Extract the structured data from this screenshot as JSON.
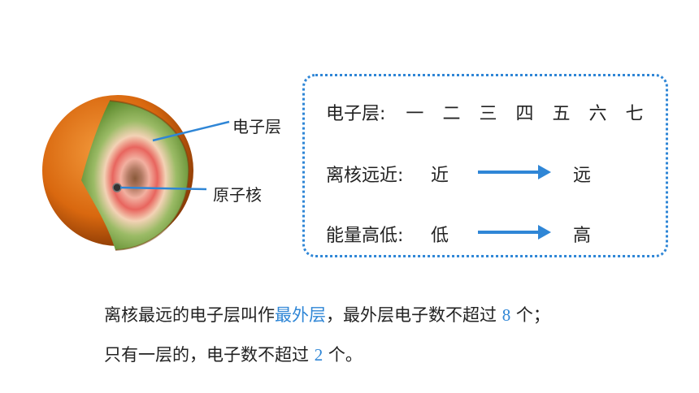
{
  "diagram": {
    "labels": {
      "shell": "电子层",
      "nucleus": "原子核"
    }
  },
  "table": {
    "row1": {
      "label": "电子层:",
      "shells": [
        "一",
        "二",
        "三",
        "四",
        "五",
        "六",
        "七"
      ]
    },
    "row2": {
      "label": "离核远近:",
      "from": "近",
      "to": "远"
    },
    "row3": {
      "label": "能量高低:",
      "from": "低",
      "to": "高"
    }
  },
  "text": {
    "line1_a": "离核最远的电子层叫作",
    "line1_hl": "最外层",
    "line1_b": "，最外层电子数不超过",
    "line1_num": "8",
    "line1_c": "个；",
    "line2_a": "只有一层的，电子数不超过",
    "line2_num": "2",
    "line2_c": "个。"
  },
  "colors": {
    "accent": "#2f86d6",
    "outer_shell": "#e07a1f",
    "inner_green": "#6e9a3c",
    "inner_red": "#e66a60"
  }
}
